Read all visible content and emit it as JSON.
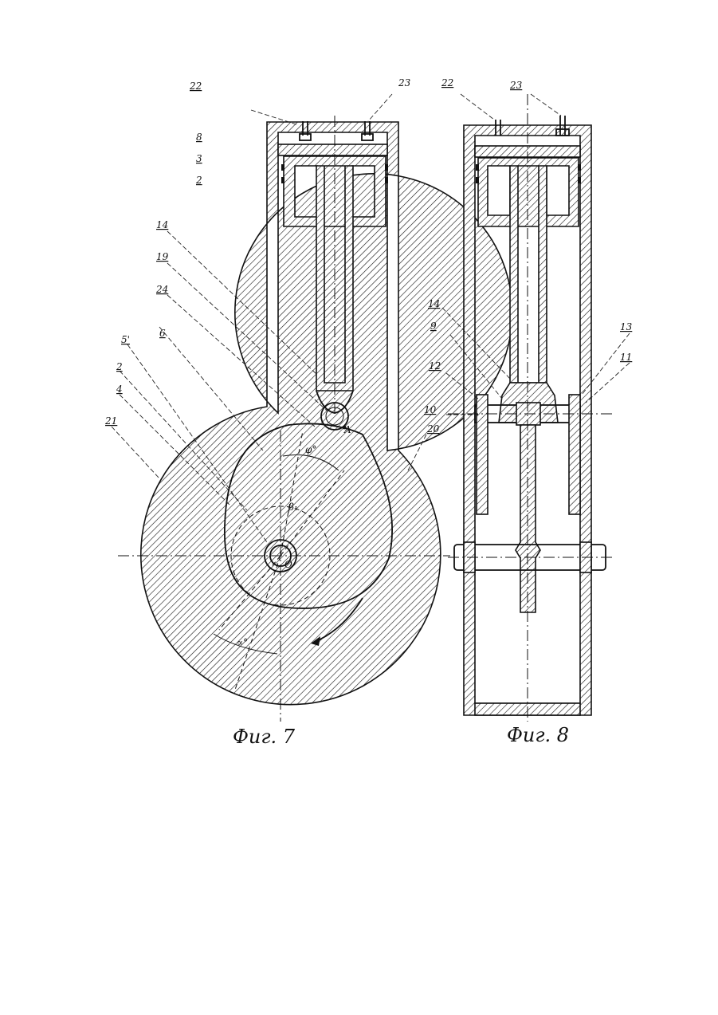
{
  "figures": {
    "fig7": {
      "caption": "Фиг. 7"
    },
    "fig8": {
      "caption": "Фиг. 8"
    }
  },
  "fig7_labels": {
    "l22": "22",
    "l23": "23",
    "l8": "8",
    "l3": "3",
    "l2a": "2",
    "l14": "14",
    "l19": "19",
    "l24": "24",
    "l6": "6",
    "l5": "5'",
    "l2b": "2",
    "l4": "4",
    "l21": "21",
    "l20": "20"
  },
  "fig7_symbols": {
    "phi": "φ°",
    "beta": "β₁",
    "alpha": "∝°",
    "A": "A",
    "O": "O"
  },
  "fig8_labels": {
    "l22": "22",
    "l23": "23",
    "l14": "14",
    "l9": "9",
    "l12": "12",
    "l10": "10",
    "l13": "13",
    "l11": "11"
  }
}
